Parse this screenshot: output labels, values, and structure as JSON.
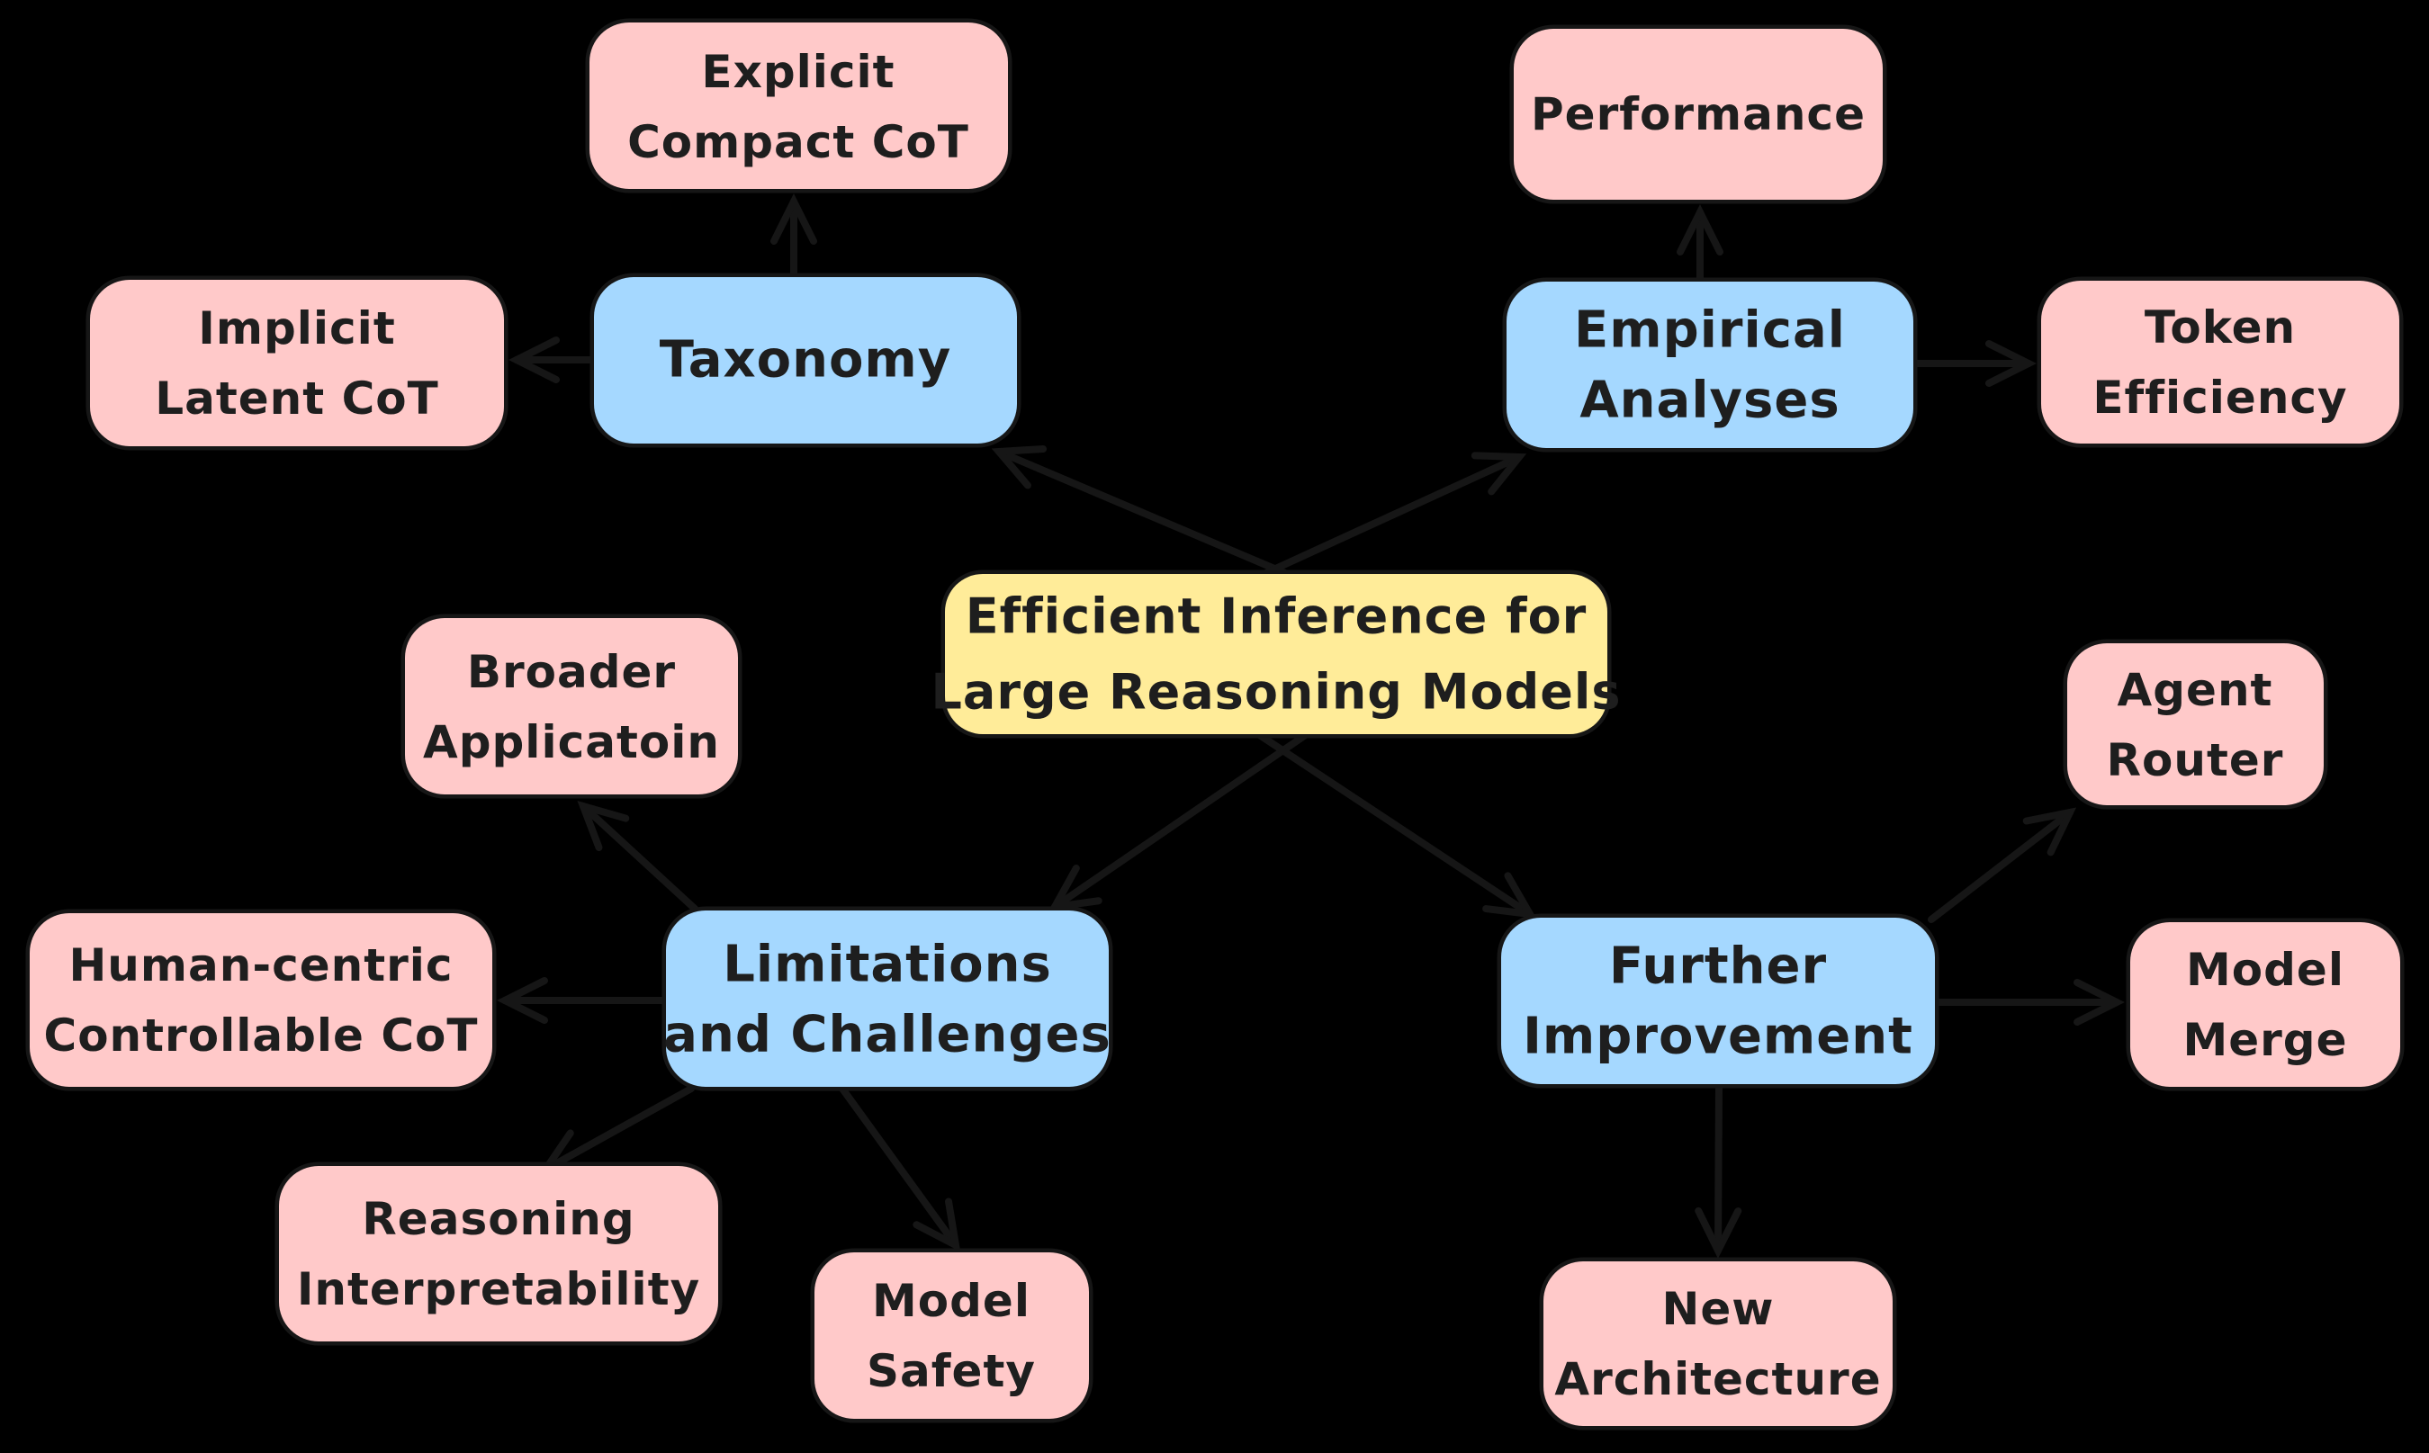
{
  "diagram": {
    "type": "mindmap",
    "background_color": "#000000",
    "colors": {
      "root_fill": "#ffec99",
      "branch_fill": "#a5d8ff",
      "leaf_fill": "#ffc9c9",
      "stroke": "#161616",
      "text": "#1e1e1e"
    },
    "nodes": {
      "root": {
        "role": "root",
        "lines": [
          "Efficient Inference for",
          "Large Reasoning Models"
        ]
      },
      "taxonomy": {
        "role": "branch",
        "lines": [
          "Taxonomy"
        ]
      },
      "explicit_compact_cot": {
        "role": "leaf",
        "lines": [
          "Explicit",
          "Compact CoT"
        ]
      },
      "implicit_latent_cot": {
        "role": "leaf",
        "lines": [
          "Implicit",
          "Latent CoT"
        ]
      },
      "empirical_analyses": {
        "role": "branch",
        "lines": [
          "Empirical",
          "Analyses"
        ]
      },
      "performance": {
        "role": "leaf",
        "lines": [
          "Performance"
        ]
      },
      "token_efficiency": {
        "role": "leaf",
        "lines": [
          "Token",
          "Efficiency"
        ]
      },
      "limitations_and_challenges": {
        "role": "branch",
        "lines": [
          "Limitations",
          "and Challenges"
        ]
      },
      "broader_application": {
        "role": "leaf",
        "lines": [
          "Broader",
          "Applicatoin"
        ]
      },
      "human_centric_controllable_cot": {
        "role": "leaf",
        "lines": [
          "Human-centric",
          "Controllable CoT"
        ]
      },
      "reasoning_interpretability": {
        "role": "leaf",
        "lines": [
          "Reasoning",
          "Interpretability"
        ]
      },
      "model_safety": {
        "role": "leaf",
        "lines": [
          "Model",
          "Safety"
        ]
      },
      "further_improvement": {
        "role": "branch",
        "lines": [
          "Further",
          "Improvement"
        ]
      },
      "agent_router": {
        "role": "leaf",
        "lines": [
          "Agent",
          "Router"
        ]
      },
      "model_merge": {
        "role": "leaf",
        "lines": [
          "Model",
          "Merge"
        ]
      },
      "new_architecture": {
        "role": "leaf",
        "lines": [
          "New",
          "Architecture"
        ]
      }
    },
    "edges": [
      {
        "from": "root",
        "to": "taxonomy"
      },
      {
        "from": "root",
        "to": "empirical_analyses"
      },
      {
        "from": "root",
        "to": "limitations_and_challenges"
      },
      {
        "from": "root",
        "to": "further_improvement"
      },
      {
        "from": "taxonomy",
        "to": "explicit_compact_cot"
      },
      {
        "from": "taxonomy",
        "to": "implicit_latent_cot"
      },
      {
        "from": "empirical_analyses",
        "to": "performance"
      },
      {
        "from": "empirical_analyses",
        "to": "token_efficiency"
      },
      {
        "from": "limitations_and_challenges",
        "to": "broader_application"
      },
      {
        "from": "limitations_and_challenges",
        "to": "human_centric_controllable_cot"
      },
      {
        "from": "limitations_and_challenges",
        "to": "reasoning_interpretability"
      },
      {
        "from": "limitations_and_challenges",
        "to": "model_safety"
      },
      {
        "from": "further_improvement",
        "to": "agent_router"
      },
      {
        "from": "further_improvement",
        "to": "model_merge"
      },
      {
        "from": "further_improvement",
        "to": "new_architecture"
      }
    ]
  }
}
